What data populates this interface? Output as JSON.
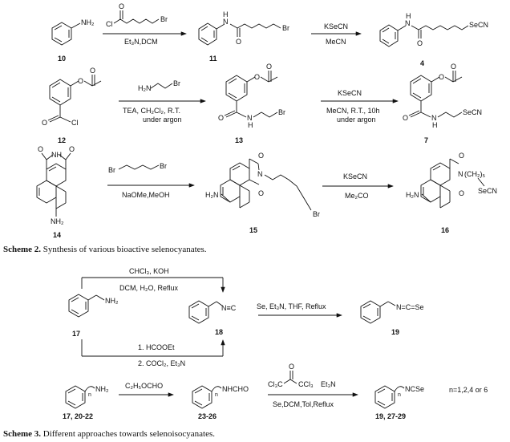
{
  "scheme2": {
    "caption_label": "Scheme 2.",
    "caption_text": " Synthesis of various bioactive selenocyanates.",
    "row1": {
      "start_label": "NH₂",
      "start_num": "10",
      "reagent_top": "Cl",
      "reagent_top_br": "Br",
      "conditions": "Et₃N,DCM",
      "mid_nh": "H",
      "mid_n": "N",
      "mid_br": "Br",
      "mid_num": "11",
      "arrow2_top": "KSeCN",
      "arrow2_bottom": "MeCN",
      "prod_n": "N",
      "prod_h": "H",
      "prod_se": "SeCN",
      "prod_num": "4"
    },
    "row2": {
      "start_num": "12",
      "start_cl": "Cl",
      "reagent": "H₂N",
      "reagent_br": "Br",
      "cond1": "TEA, CH₂Cl₂, R.T.",
      "cond2": "under argon",
      "mid_num": "13",
      "mid_br": "Br",
      "mid_nh": "N",
      "mid_h": "H",
      "arrow2_top": "KSeCN",
      "arrow2_cond1": "MeCN, R.T., 10h",
      "arrow2_cond2": "under argon",
      "prod_se": "SeCN",
      "prod_num": "7"
    },
    "row3": {
      "start_num": "14",
      "start_nh": "NH",
      "start_nh2": "NH₂",
      "reagent_br1": "Br",
      "reagent_br2": "Br",
      "conditions": "NaOMe,MeOH",
      "mid_n": "N",
      "mid_h2n": "H₂N",
      "mid_br": "Br",
      "mid_num": "15",
      "arrow2_top": "KSeCN",
      "arrow2_bottom": "Me₂CO",
      "prod_n": "N",
      "prod_chain": "(CH₂)₅",
      "prod_se": "SeCN",
      "prod_h2n": "H₂N",
      "prod_num": "16",
      "o": "O"
    }
  },
  "scheme3": {
    "caption_label": "Scheme 3.",
    "caption_text": " Different approaches towards selenoisocyanates.",
    "route_a_1": "CHCl₃, KOH",
    "route_a_2": "DCM, H₂O, Reflux",
    "route_b_1": "1. HCOOEt",
    "route_b_2": "2. COCl₂, Et₃N",
    "start_nh2": "NH₂",
    "start_num": "17",
    "iso_label": "N≡C",
    "iso_num": "18",
    "arrow_top": "Se, Et₃N, THF, Reflux",
    "product": "N=C=Se",
    "product_num": "19",
    "row2_start": "NH₂",
    "row2_n": "n",
    "row2_start_num": "17, 20-22",
    "row2_reagent": "C₂H₅OCHO",
    "row2_mid": "NHCHO",
    "row2_mid_num": "23-26",
    "row2_reagent_2a": "Cl₃C",
    "row2_reagent_2b": "CCl₃",
    "row2_reagent_2c": "Et₃N",
    "row2_cond": "Se,DCM,Tol,Reflux",
    "row2_prod": "NCSe",
    "row2_prod_num": "19, 27-29",
    "row2_note": "n=1,2,4 or 6",
    "o": "O"
  }
}
